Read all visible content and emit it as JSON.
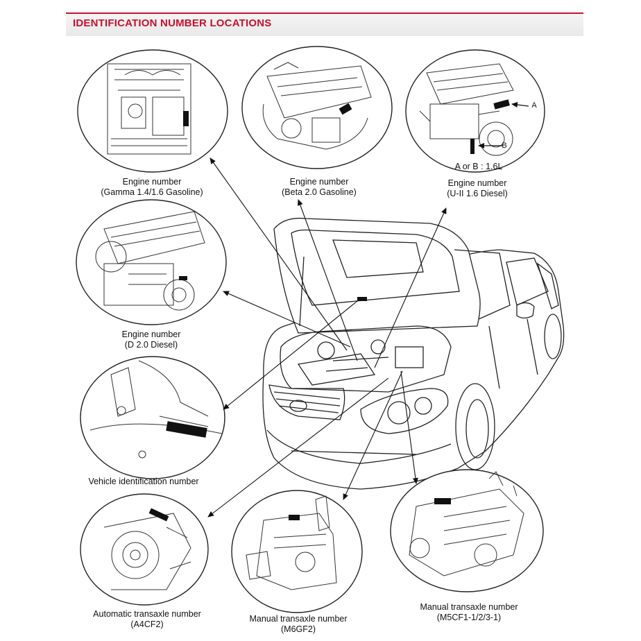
{
  "header": {
    "title": "IDENTIFICATION NUMBER LOCATIONS"
  },
  "accent_color": "#c8102e",
  "callouts": {
    "gamma": {
      "line1": "Engine number",
      "line2": "(Gamma 1.4/1.6 Gasoline)"
    },
    "beta": {
      "line1": "Engine number",
      "line2": "(Beta 2.0 Gasoline)"
    },
    "u2": {
      "line1": "Engine number",
      "line2": "(U-II 1.6 Diesel)",
      "note": "A or B : 1.6L",
      "mark_a": "A",
      "mark_b": "B"
    },
    "d20": {
      "line1": "Engine number",
      "line2": "(D 2.0 Diesel)"
    },
    "vin": {
      "line1": "Vehicle identification number"
    },
    "a4cf2": {
      "line1": "Automatic transaxle number",
      "line2": "(A4CF2)"
    },
    "m6gf2": {
      "line1": "Manual transaxle number",
      "line2": "(M6GF2)"
    },
    "m5cf1": {
      "line1": "Manual transaxle number",
      "line2": "(M5CF1-1/2/3-1)"
    }
  }
}
